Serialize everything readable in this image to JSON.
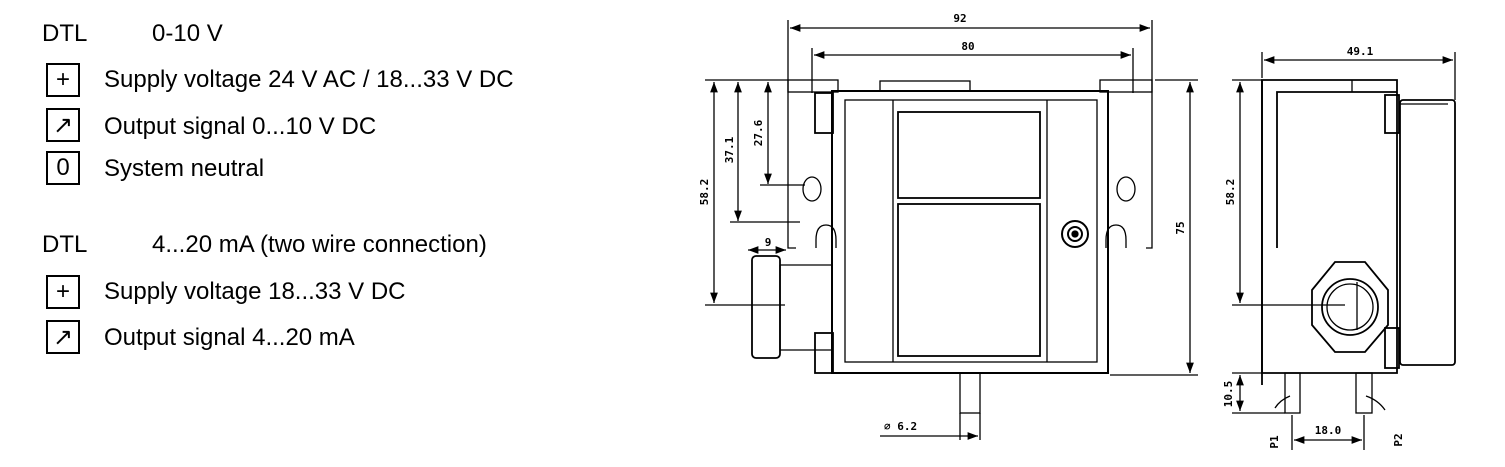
{
  "legend": {
    "group1": {
      "model": "DTL",
      "range": "0-10 V",
      "items": [
        {
          "symbol": "+",
          "label": "Supply voltage 24 V AC / 18...33 V DC"
        },
        {
          "symbol": "↗",
          "label": "Output signal 0...10 V DC"
        },
        {
          "symbol": "0",
          "label": "System neutral"
        }
      ]
    },
    "group2": {
      "model": "DTL",
      "range": "4...20 mA  (two wire connection)",
      "items": [
        {
          "symbol": "+",
          "label": "Supply voltage 18...33 V DC"
        },
        {
          "symbol": "↗",
          "label": "Output signal 4...20 mA"
        }
      ]
    }
  },
  "drawing": {
    "front": {
      "width_total": "92",
      "width_mount": "80",
      "height_total": "75",
      "h_gland": "58.2",
      "h_hole2": "37.1",
      "h_hole1": "27.6",
      "gland_offset": "9",
      "nozzle_dia": "⌀ 6.2"
    },
    "side": {
      "depth": "49.1",
      "h_gland": "58.2",
      "nozzle_len": "10.5",
      "nozzle_spacing": "18.0",
      "port1": "P1",
      "port2": "P2"
    }
  }
}
